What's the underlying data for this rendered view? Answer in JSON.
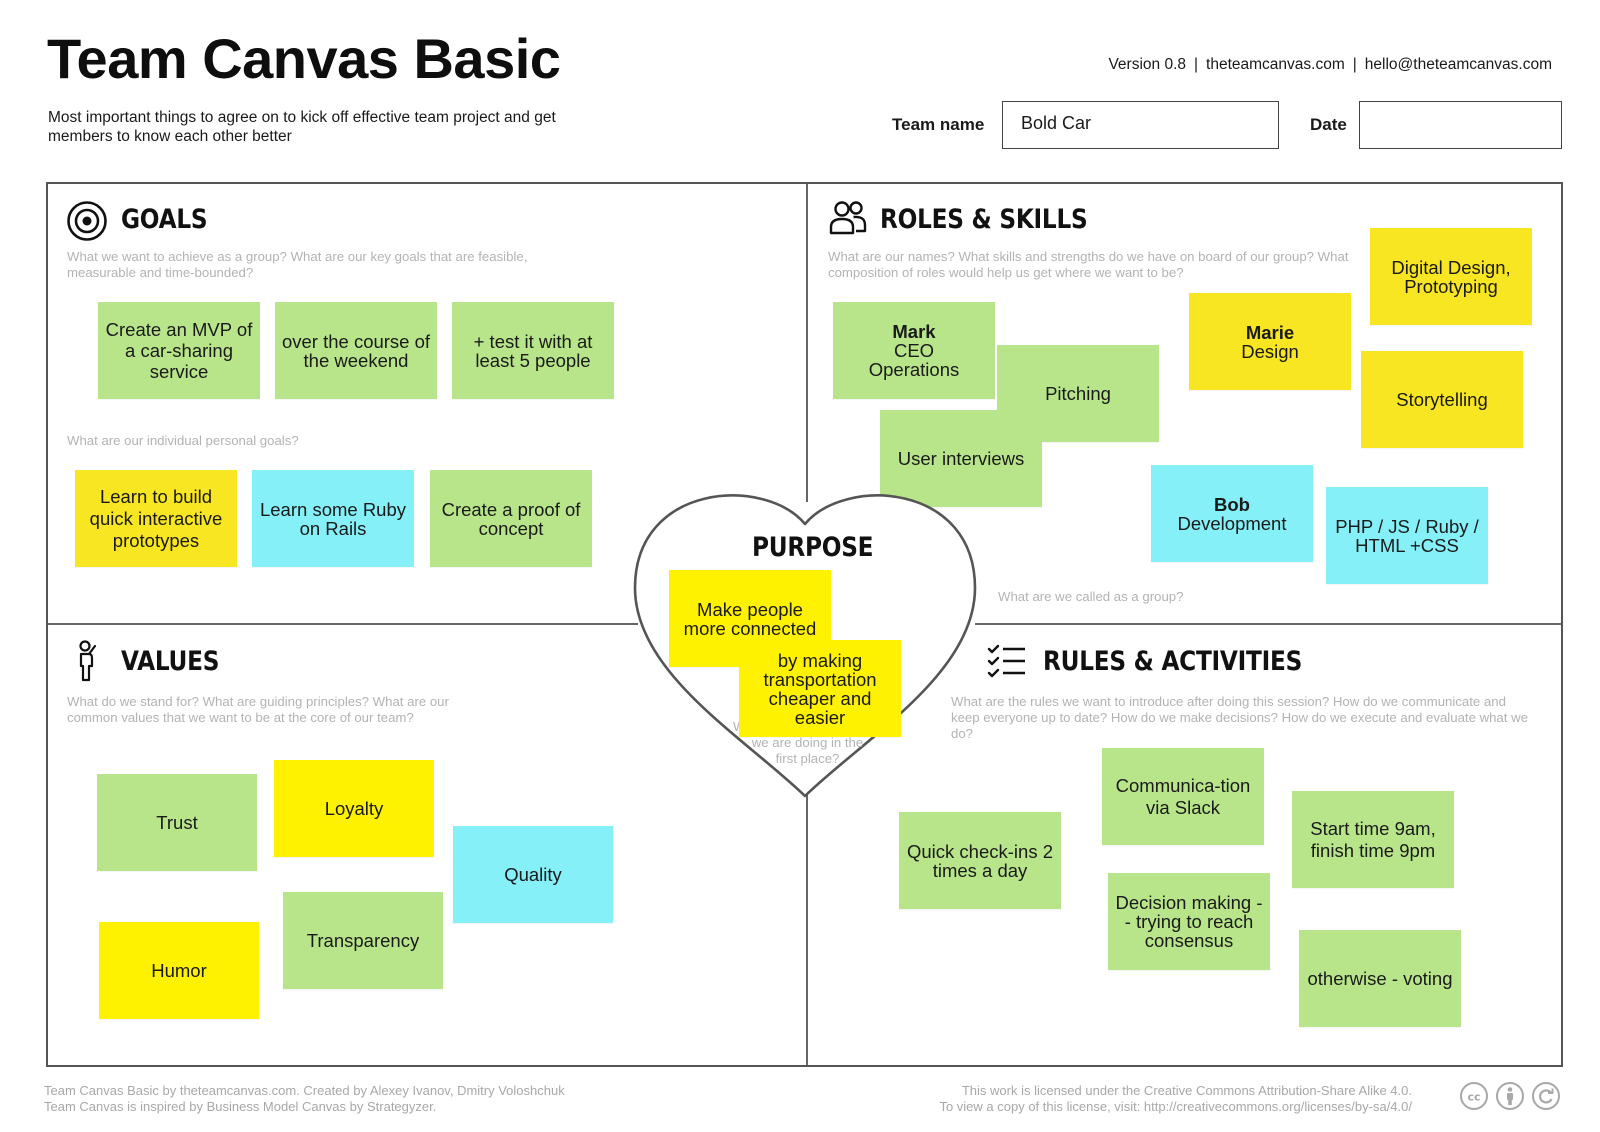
{
  "header": {
    "title": "Team Canvas Basic",
    "subtitle": "Most important things to agree on to kick off effective team project and get members to know each other better",
    "version": "Version 0.8",
    "site": "theteamcanvas.com",
    "email": "hello@theteamcanvas.com",
    "team_name_label": "Team name",
    "team_name_value": "Bold Car",
    "date_label": "Date",
    "date_value": ""
  },
  "goals": {
    "title": "GOALS",
    "icon": "target-icon",
    "hint": "What we want to achieve as a group? What are our key goals that are feasible, measurable and time-bounded?",
    "personal_hint": "What are our individual personal goals?",
    "notes": [
      {
        "text": "Create an MVP of a car-sharing service",
        "color": "green"
      },
      {
        "text": "over the course of the weekend",
        "color": "green"
      },
      {
        "text": "+ test it with at least 5 people",
        "color": "green"
      }
    ],
    "personal_notes": [
      {
        "text": "Learn to build quick interactive prototypes",
        "color": "yellow"
      },
      {
        "text": "Learn some Ruby on Rails",
        "color": "cyan"
      },
      {
        "text": "Create a proof of concept",
        "color": "green"
      }
    ]
  },
  "roles": {
    "title": "ROLES & SKILLS",
    "icon": "people-icon",
    "hint": "What are our names? What skills and strengths do we have on board of our group? What composition of roles would help us get where we want to be?",
    "group_hint": "What are we called as a group?",
    "notes": {
      "mark_name": "Mark",
      "mark_role1": "CEO",
      "mark_role2": "Operations",
      "pitching": "Pitching",
      "user_interviews": "User interviews",
      "marie_name": "Marie",
      "marie_role": "Design",
      "digital_design": "Digital Design, Prototyping",
      "storytelling": "Storytelling",
      "bob_name": "Bob",
      "bob_role": "Development",
      "php": "PHP / JS / Ruby / HTML +CSS"
    }
  },
  "purpose": {
    "title": "PURPOSE",
    "icon": "heart-outline",
    "hint_line1": "W",
    "hint_line2": "we are doing in the",
    "hint_line3": "first place?",
    "notes": [
      {
        "text": "Make people more connected",
        "color": "yellow"
      },
      {
        "text": "by making transportation cheaper and easier",
        "color": "yellow"
      }
    ]
  },
  "values": {
    "title": "VALUES",
    "icon": "person-icon",
    "hint": "What do we stand for? What are guiding principles? What are our common values that we want to be at the core of our team?",
    "notes": [
      {
        "text": "Trust",
        "color": "green"
      },
      {
        "text": "Loyalty",
        "color": "yellow"
      },
      {
        "text": "Quality",
        "color": "cyan"
      },
      {
        "text": "Transparency",
        "color": "green"
      },
      {
        "text": "Humor",
        "color": "yellow"
      }
    ]
  },
  "rules": {
    "title": "RULES & ACTIVITIES",
    "icon": "checklist-icon",
    "hint": "What are the rules we want to introduce after doing this session? How do we communicate and keep everyone up to date? How do we make decisions? How do we execute and evaluate what we do?",
    "notes": [
      {
        "text": "Communica-tion via Slack",
        "color": "green"
      },
      {
        "text": "Start time 9am, finish time 9pm",
        "color": "green"
      },
      {
        "text": "Quick check-ins 2 times a day",
        "color": "green"
      },
      {
        "text": "Decision making -- trying to reach consensus",
        "color": "green"
      },
      {
        "text": "otherwise - voting",
        "color": "green"
      }
    ]
  },
  "footer": {
    "left_line1": "Team Canvas Basic by theteamcanvas.com. Created by Alexey Ivanov, Dmitry Voloshchuk",
    "left_line2": "Team Canvas is inspired by Business Model Canvas by Strategyzer.",
    "right_line1": "This work is licensed under the Creative Commons Attribution-Share Alike 4.0.",
    "right_line2": "To view a copy of this license, visit: http://creativecommons.org/licenses/by-sa/4.0/",
    "icons": [
      "cc-icon",
      "attribution-icon",
      "share-alike-icon"
    ]
  }
}
